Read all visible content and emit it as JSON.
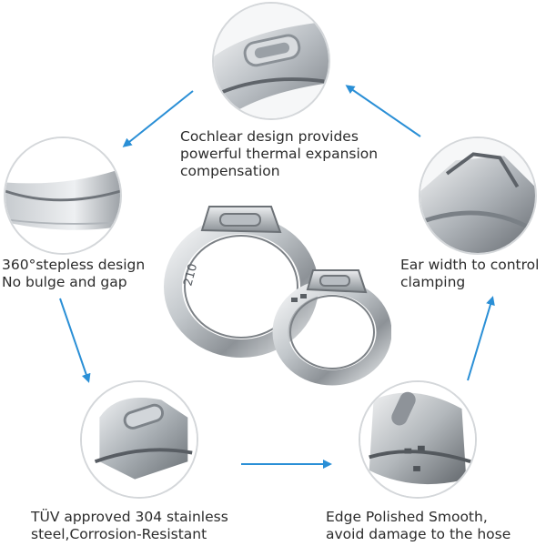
{
  "features": [
    {
      "id": "cochlear",
      "icon": "ear-closeup-icon",
      "lines": [
        "Cochlear design provides",
        "powerful thermal expansion",
        "compensation"
      ]
    },
    {
      "id": "stepless",
      "icon": "stepless-band-closeup-icon",
      "lines": [
        "360°stepless design",
        "No bulge and gap"
      ]
    },
    {
      "id": "ear-width",
      "icon": "ear-width-closeup-icon",
      "lines": [
        "Ear width to control",
        "clamping"
      ]
    },
    {
      "id": "material",
      "icon": "steel-ear-closeup-icon",
      "lines": [
        "TÜV approved 304  stainless",
        "steel,Corrosion-Resistant"
      ]
    },
    {
      "id": "edge",
      "icon": "polished-edge-closeup-icon",
      "lines": [
        "Edge Polished Smooth,",
        "avoid damage to the hose"
      ]
    }
  ],
  "product": {
    "size_marking": "210"
  },
  "colors": {
    "arrow": "#2a8fd6",
    "circle_border": "#d4d7da",
    "steel_light": "#eef0f2",
    "steel_dark": "#6e7378"
  }
}
